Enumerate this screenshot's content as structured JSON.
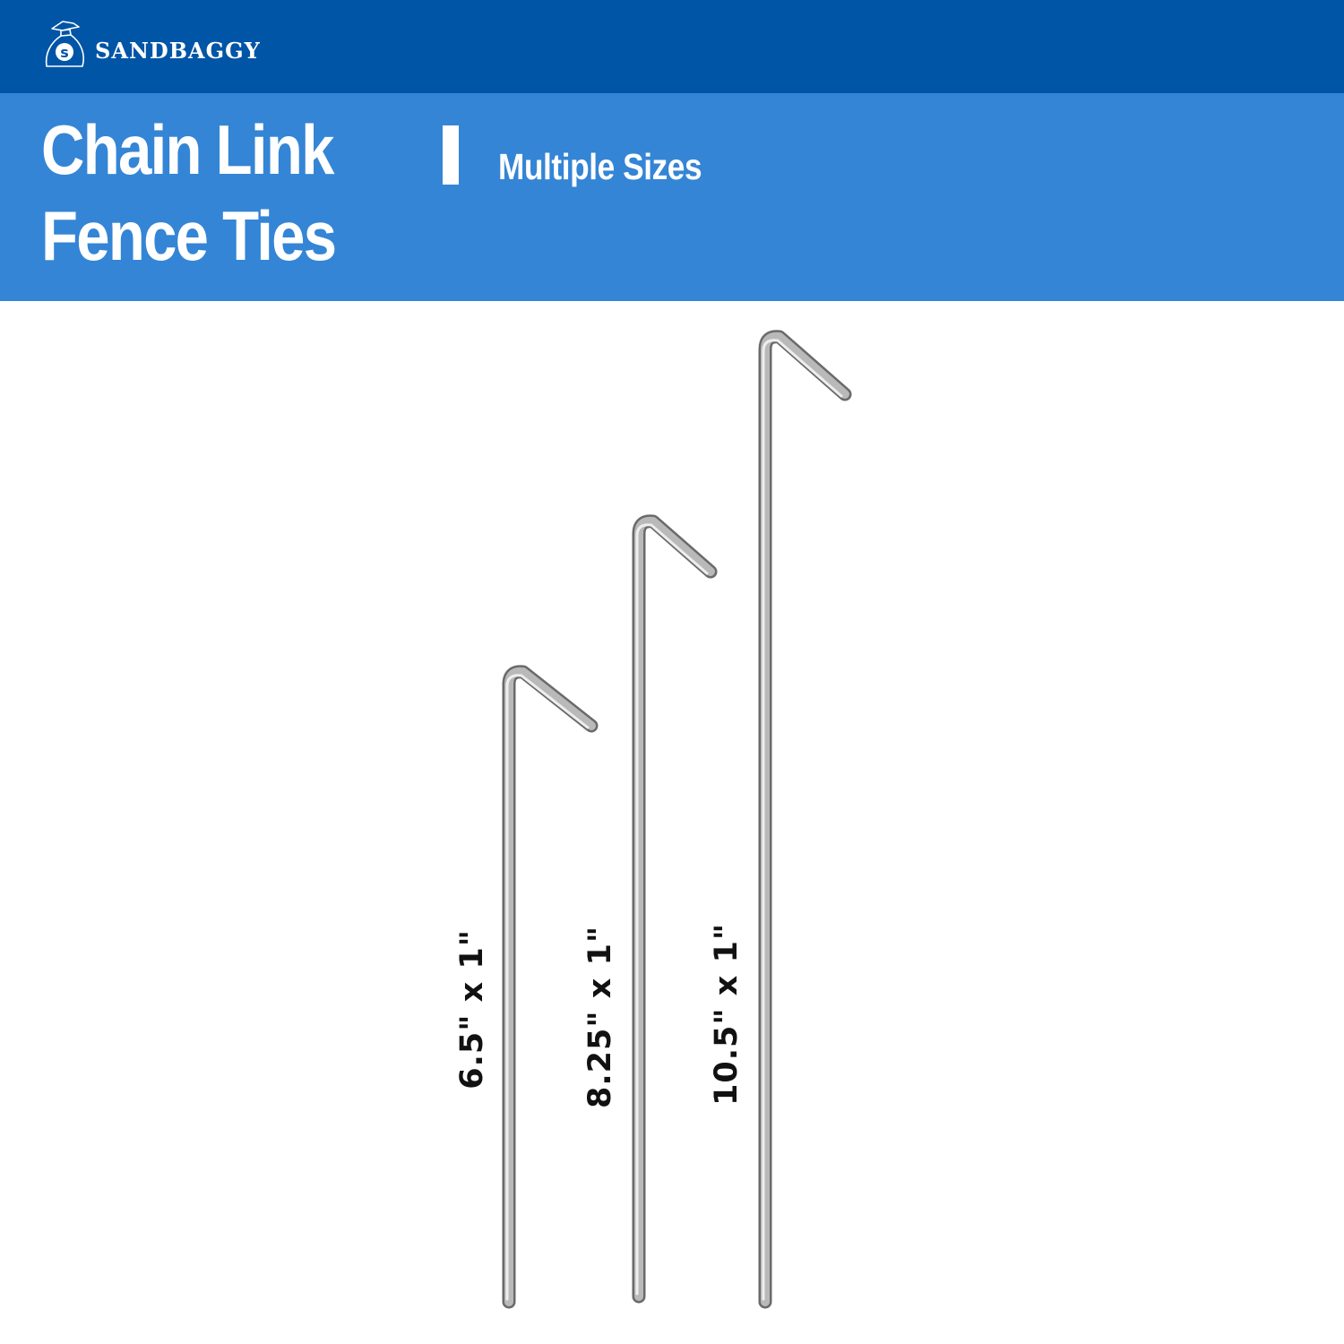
{
  "brand": {
    "name": "sandbaggy",
    "logo_icon": "money-bag-icon",
    "logo_letter": "s",
    "bar_color": "#0055a6"
  },
  "title": {
    "line1": "Chain Link",
    "line2": "Fence Ties",
    "subtitle": "Multiple Sizes",
    "band_color": "#3485d5",
    "text_color": "#ffffff"
  },
  "products": [
    {
      "label": "6.5\" x 1\"",
      "length_in": 6.5,
      "hook_in": 1
    },
    {
      "label": "8.25\" x 1\"",
      "length_in": 8.25,
      "hook_in": 1
    },
    {
      "label": "10.5\" x 1\"",
      "length_in": 10.5,
      "hook_in": 1
    }
  ]
}
